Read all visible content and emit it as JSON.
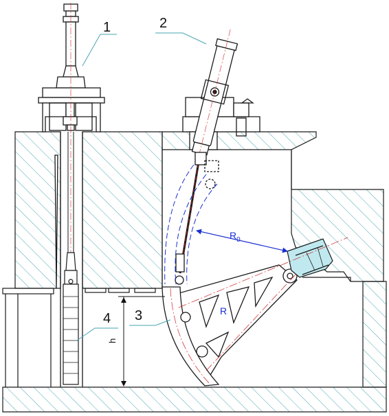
{
  "labels": {
    "n1": "1",
    "n2": "2",
    "n3": "3",
    "n4": "4",
    "radius_r0": "R",
    "radius_r0_sub": "0",
    "radius_r": "R",
    "height": "h"
  },
  "colors": {
    "concrete_hatch": "#46a6b0",
    "outline": "#1a1a1a",
    "dimension": "#1a2fd0",
    "centerline": "#d02020",
    "leader": "#46a6b0",
    "highlight_fill": "#bfe9ef"
  }
}
